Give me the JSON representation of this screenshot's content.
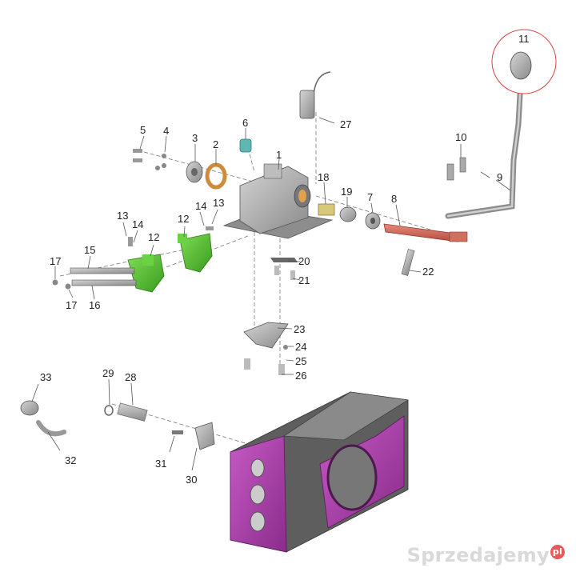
{
  "colors": {
    "housing_purple": "#b03fb0",
    "fork_green": "#55c430",
    "shaft_red": "#d86a5a",
    "metal_grey": "#a8a8a8",
    "watermark_dot": "#e85a5a"
  },
  "parts": [
    {
      "id": "p1",
      "label": "1"
    },
    {
      "id": "p2",
      "label": "2"
    },
    {
      "id": "p3",
      "label": "3"
    },
    {
      "id": "p4",
      "label": "4"
    },
    {
      "id": "p5",
      "label": "5"
    },
    {
      "id": "p6",
      "label": "6"
    },
    {
      "id": "p7",
      "label": "7"
    },
    {
      "id": "p8",
      "label": "8"
    },
    {
      "id": "p9",
      "label": "9"
    },
    {
      "id": "p10",
      "label": "10"
    },
    {
      "id": "p11",
      "label": "11"
    },
    {
      "id": "p12a",
      "label": "12"
    },
    {
      "id": "p12b",
      "label": "12"
    },
    {
      "id": "p13a",
      "label": "13"
    },
    {
      "id": "p13b",
      "label": "13"
    },
    {
      "id": "p14a",
      "label": "14"
    },
    {
      "id": "p14b",
      "label": "14"
    },
    {
      "id": "p15",
      "label": "15"
    },
    {
      "id": "p16",
      "label": "16"
    },
    {
      "id": "p17a",
      "label": "17"
    },
    {
      "id": "p17b",
      "label": "17"
    },
    {
      "id": "p18",
      "label": "18"
    },
    {
      "id": "p19",
      "label": "19"
    },
    {
      "id": "p20",
      "label": "20"
    },
    {
      "id": "p21",
      "label": "21"
    },
    {
      "id": "p22",
      "label": "22"
    },
    {
      "id": "p23",
      "label": "23"
    },
    {
      "id": "p24",
      "label": "24"
    },
    {
      "id": "p25",
      "label": "25"
    },
    {
      "id": "p26",
      "label": "26"
    },
    {
      "id": "p27",
      "label": "27"
    },
    {
      "id": "p28",
      "label": "28"
    },
    {
      "id": "p29",
      "label": "29"
    },
    {
      "id": "p30",
      "label": "30"
    },
    {
      "id": "p31",
      "label": "31"
    },
    {
      "id": "p32",
      "label": "32"
    },
    {
      "id": "p33",
      "label": "33"
    }
  ],
  "watermark": {
    "text": "Sprzedajemy",
    "suffix": "pl"
  }
}
